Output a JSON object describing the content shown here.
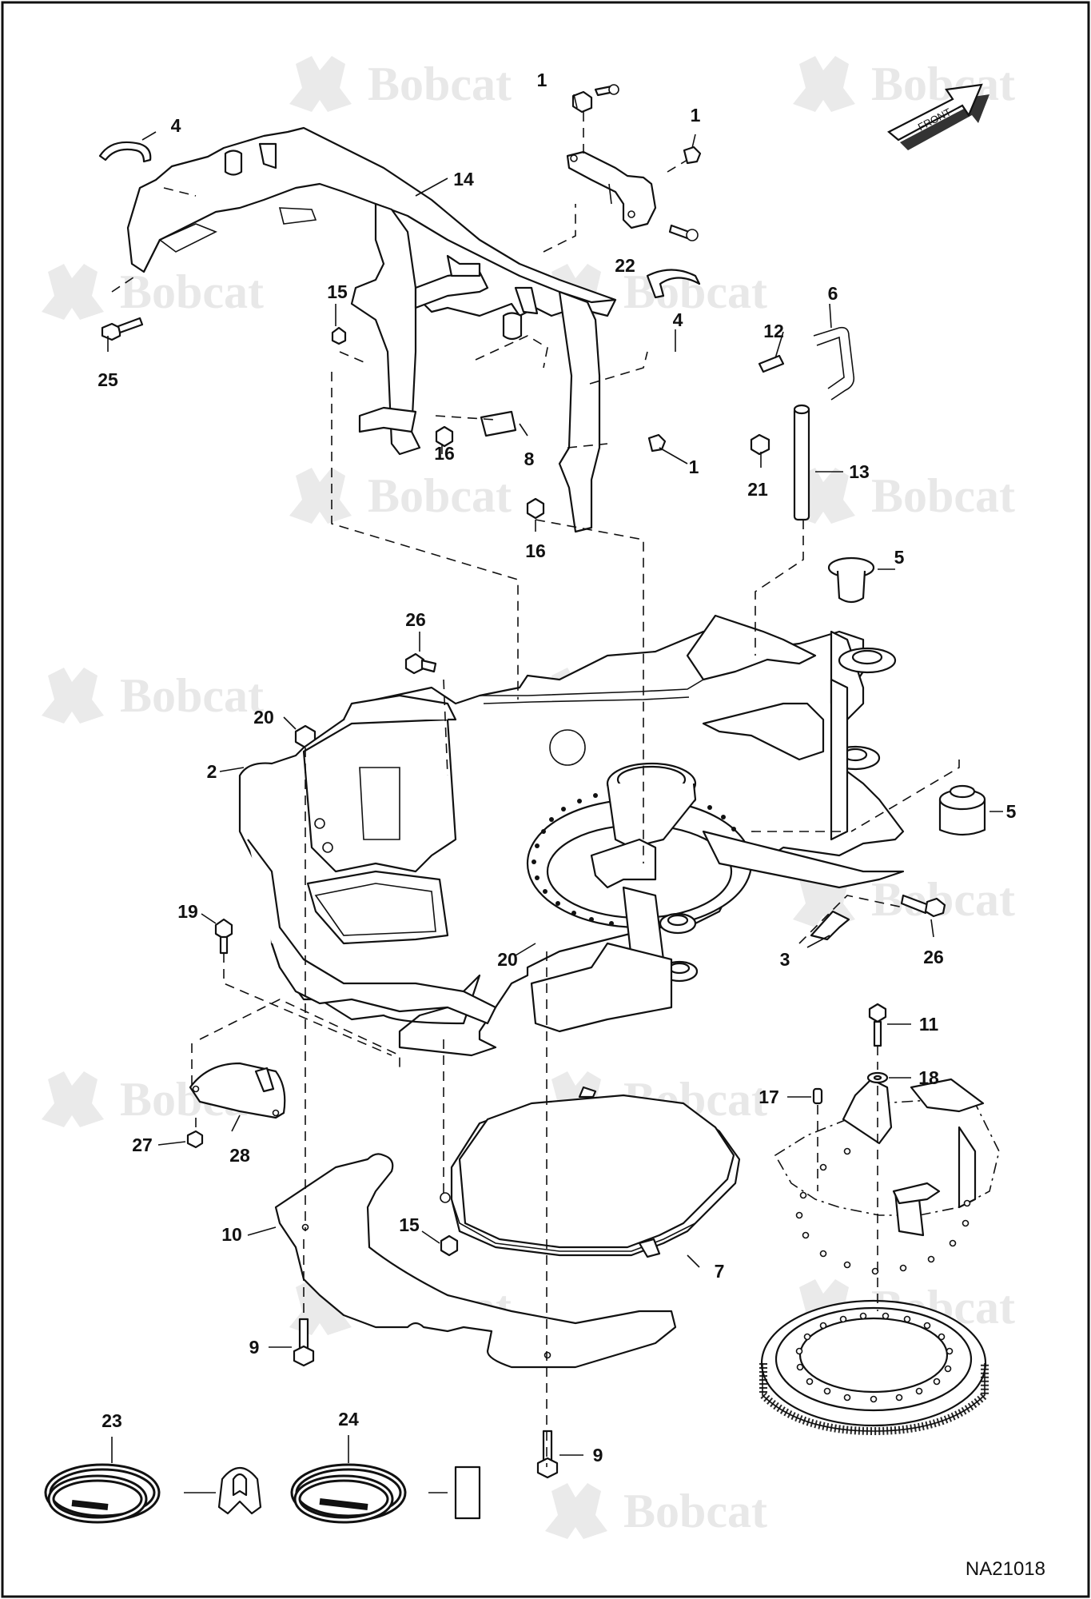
{
  "figure": {
    "id": "NA21018",
    "watermark": "Bobcat",
    "direction_label": "FRONT"
  },
  "callouts": [
    {
      "num": "1"
    },
    {
      "num": "1"
    },
    {
      "num": "1"
    },
    {
      "num": "2"
    },
    {
      "num": "3"
    },
    {
      "num": "4"
    },
    {
      "num": "4"
    },
    {
      "num": "5"
    },
    {
      "num": "5"
    },
    {
      "num": "6"
    },
    {
      "num": "7"
    },
    {
      "num": "8"
    },
    {
      "num": "9"
    },
    {
      "num": "9"
    },
    {
      "num": "10"
    },
    {
      "num": "11"
    },
    {
      "num": "12"
    },
    {
      "num": "13"
    },
    {
      "num": "14"
    },
    {
      "num": "15"
    },
    {
      "num": "15"
    },
    {
      "num": "16"
    },
    {
      "num": "16"
    },
    {
      "num": "17"
    },
    {
      "num": "18"
    },
    {
      "num": "19"
    },
    {
      "num": "20"
    },
    {
      "num": "20"
    },
    {
      "num": "21"
    },
    {
      "num": "22"
    },
    {
      "num": "23"
    },
    {
      "num": "24"
    },
    {
      "num": "25"
    },
    {
      "num": "26"
    },
    {
      "num": "26"
    },
    {
      "num": "27"
    },
    {
      "num": "28"
    }
  ]
}
